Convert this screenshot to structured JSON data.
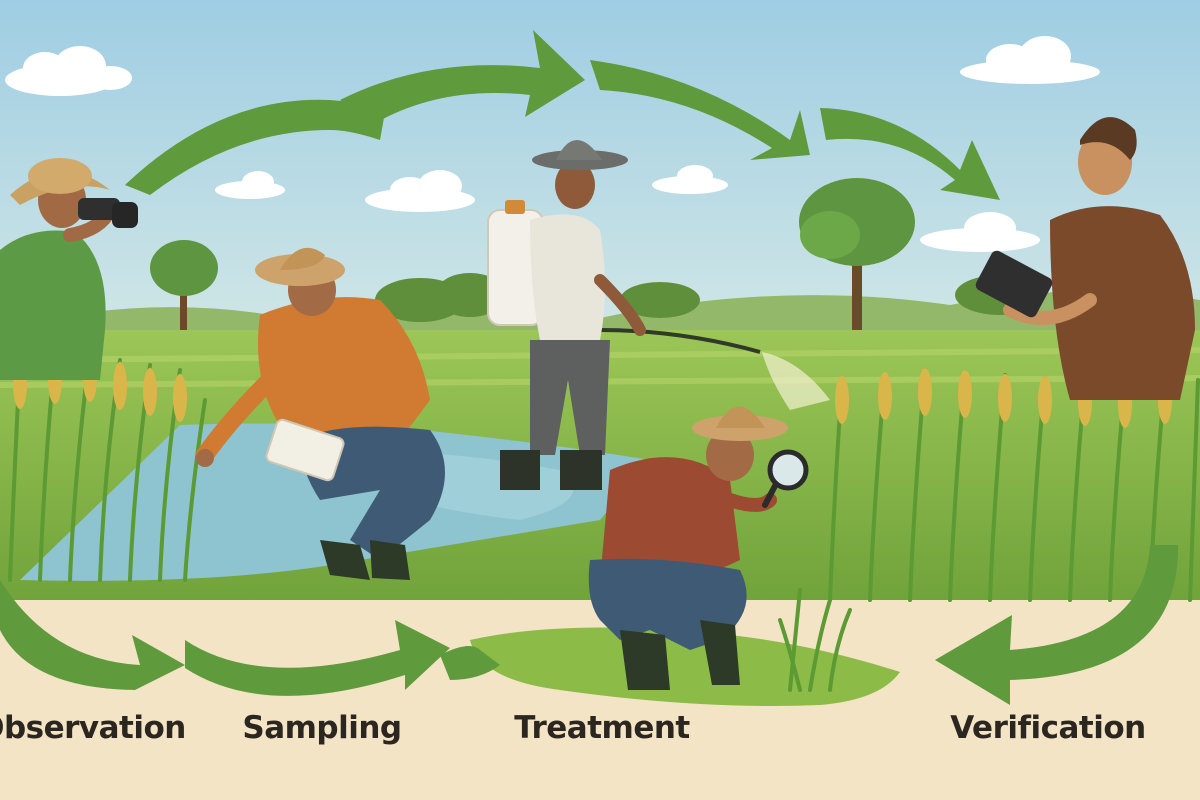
{
  "stages": [
    {
      "id": "observation",
      "label": "Observation"
    },
    {
      "id": "sampling",
      "label": "Sampling"
    },
    {
      "id": "treatment",
      "label": "Treatment"
    },
    {
      "id": "verification",
      "label": "Verification"
    }
  ],
  "colors": {
    "sky": "#a9d3e6",
    "arrow": "#5f9a3c",
    "ground": "#f3e4c6",
    "field": "#8cbc47",
    "water": "#8ec3d0",
    "label_text": "#2b2620"
  },
  "icons": [
    "binoculars-icon",
    "tablet-icon",
    "sprayer-icon",
    "magnifying-glass-icon",
    "tablet-icon"
  ]
}
